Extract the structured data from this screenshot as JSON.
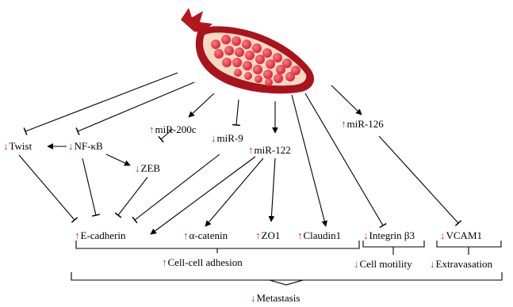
{
  "nodes": {
    "twist": "Twist",
    "nfkb": "NF-κB",
    "mir200c": "miR-200c",
    "zeb": "ZEB",
    "mir9": "miR-9",
    "mir122": "miR-122",
    "mir126": "miR-126",
    "ecadherin": "E-cadherin",
    "acatenin": "α-catenin",
    "zo1": "ZO1",
    "claudin1": "Claudin1",
    "integrin": "Integrin β3",
    "vcam1": "VCAM1"
  },
  "outcomes": {
    "adhesion": "Cell-cell adhesion",
    "motility": "Cell motility",
    "extravasation": "Extravasation",
    "metastasis": "Metastasis"
  },
  "colors": {
    "arrow_up_down": "#e0201b",
    "pomegranate_skin": "#b5161e",
    "seeds": "#f2414f",
    "pith": "#f6d9c5"
  }
}
